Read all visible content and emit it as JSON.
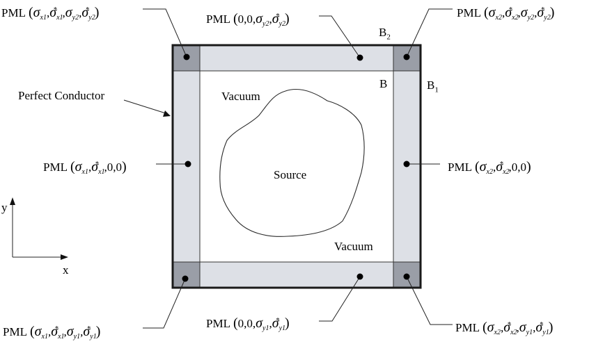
{
  "colors": {
    "pml_side": "#dde0e6",
    "pml_corner": "#9a9ea7",
    "border": "#1a1a1a"
  },
  "labels": {
    "perfect_conductor": "Perfect Conductor",
    "vacuum_top": "Vacuum",
    "vacuum_bottom": "Vacuum",
    "source": "Source",
    "b": "B",
    "b1_base": "B",
    "b1_sub": "1",
    "b2_base": "B",
    "b2_sub": "2",
    "axis_y": "y",
    "axis_x": "x"
  },
  "pml_prefix": "PML",
  "pml_regions": {
    "top_left": [
      [
        "σ",
        "x1",
        ""
      ],
      [
        "σ",
        "x1",
        "*"
      ],
      [
        "σ",
        "y2",
        ""
      ],
      [
        "σ",
        "y2",
        "*"
      ]
    ],
    "top": [
      [
        "0",
        "",
        ""
      ],
      [
        "0",
        "",
        ""
      ],
      [
        "σ",
        "y2",
        ""
      ],
      [
        "σ",
        "y2",
        "*"
      ]
    ],
    "top_right": [
      [
        "σ",
        "x2",
        ""
      ],
      [
        "σ",
        "x2",
        "*"
      ],
      [
        "σ",
        "y2",
        ""
      ],
      [
        "σ",
        "y2",
        "*"
      ]
    ],
    "left": [
      [
        "σ",
        "x1",
        ""
      ],
      [
        "σ",
        "x1",
        "*"
      ],
      [
        "0",
        "",
        ""
      ],
      [
        "0",
        "",
        ""
      ]
    ],
    "right": [
      [
        "σ",
        "x2",
        ""
      ],
      [
        "σ",
        "x2",
        "*"
      ],
      [
        "0",
        "",
        ""
      ],
      [
        "0",
        "",
        ""
      ]
    ],
    "bottom_left": [
      [
        "σ",
        "x1",
        ""
      ],
      [
        "σ",
        "x1",
        "*"
      ],
      [
        "σ",
        "y1",
        ""
      ],
      [
        "σ",
        "y1",
        "*"
      ]
    ],
    "bottom": [
      [
        "0",
        "",
        ""
      ],
      [
        "0",
        "",
        ""
      ],
      [
        "σ",
        "y1",
        ""
      ],
      [
        "σ",
        "y1",
        "*"
      ]
    ],
    "bottom_right": [
      [
        "σ",
        "x2",
        ""
      ],
      [
        "σ",
        "x2",
        "*"
      ],
      [
        "σ",
        "y1",
        ""
      ],
      [
        "σ",
        "y1",
        "*"
      ]
    ]
  }
}
